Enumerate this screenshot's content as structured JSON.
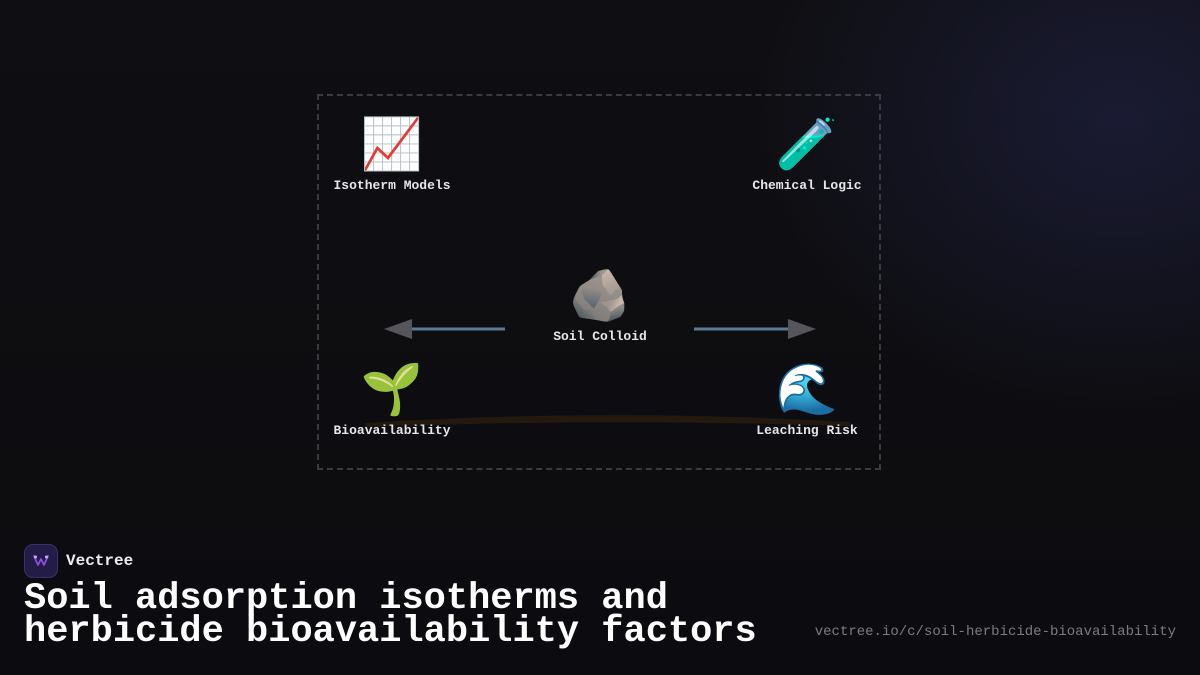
{
  "diagram": {
    "nodes": [
      {
        "id": "isotherm-models",
        "icon": "chart-increasing-icon",
        "glyph": "📈",
        "label": "Isotherm Models"
      },
      {
        "id": "chemical-logic",
        "icon": "test-tube-icon",
        "glyph": "🧪",
        "label": "Chemical Logic"
      },
      {
        "id": "soil-colloid",
        "icon": "rock-icon",
        "glyph": "🪨",
        "label": "Soil Colloid"
      },
      {
        "id": "bioavailability",
        "icon": "seedling-icon",
        "glyph": "🌱",
        "label": "Bioavailability"
      },
      {
        "id": "leaching-risk",
        "icon": "water-wave-icon",
        "glyph": "🌊",
        "label": "Leaching Risk"
      }
    ],
    "colors": {
      "frame": "#3a3a42",
      "arrow_line": "#5d7a94",
      "arrow_head": "#55555c",
      "soil_band": "#24190f"
    }
  },
  "brand": {
    "name": "Vectree",
    "logo_icon": "vectree-logo-icon",
    "accent": "#8b4fd8"
  },
  "title": "Soil adsorption isotherms and herbicide bioavailability factors",
  "url": "vectree.io/c/soil-herbicide-bioavailability"
}
